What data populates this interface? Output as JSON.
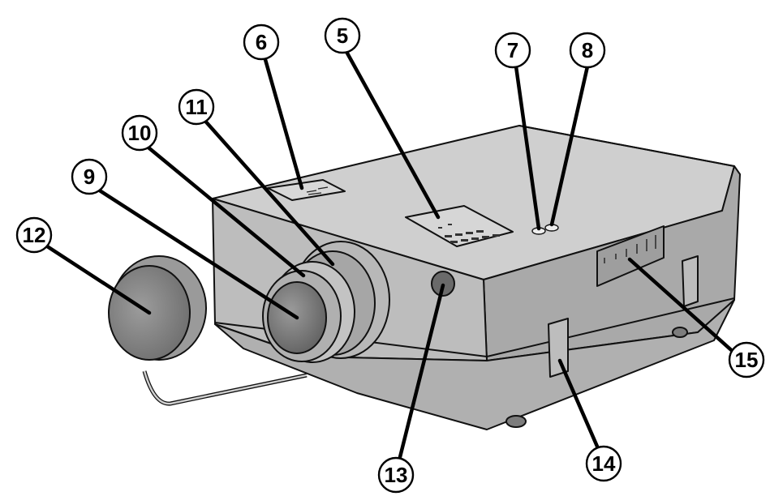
{
  "diagram": {
    "subject": "projector-front-view",
    "colors": {
      "body_light": "#c9c9c9",
      "body_mid": "#b3b3b3",
      "body_dark": "#8e8e8e",
      "lens_glass": "#7a7a7a",
      "outline": "#111111",
      "callout_fill": "#ffffff"
    },
    "callouts": [
      {
        "id": "c5",
        "number": "5"
      },
      {
        "id": "c6",
        "number": "6"
      },
      {
        "id": "c7",
        "number": "7"
      },
      {
        "id": "c8",
        "number": "8"
      },
      {
        "id": "c9",
        "number": "9"
      },
      {
        "id": "c10",
        "number": "10"
      },
      {
        "id": "c11",
        "number": "11"
      },
      {
        "id": "c12",
        "number": "12"
      },
      {
        "id": "c13",
        "number": "13"
      },
      {
        "id": "c14",
        "number": "14"
      },
      {
        "id": "c15",
        "number": "15"
      }
    ]
  }
}
